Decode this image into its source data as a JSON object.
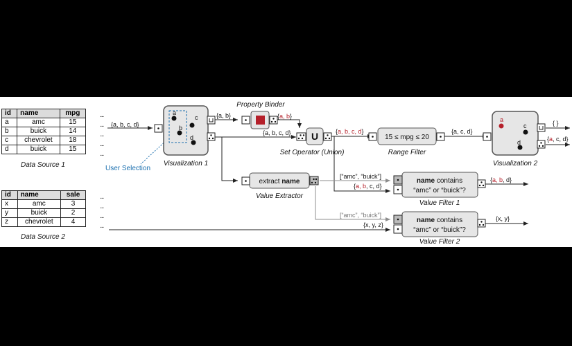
{
  "colors": {
    "background": "#000000",
    "panel": "#ffffff",
    "node_fill": "#e6e6e6",
    "port_fill": "#ffffff",
    "highlight_red": "#b5202a",
    "selection_blue": "#1a6faf",
    "line": "#222222",
    "muted_line": "#8c8c8c"
  },
  "data_source_1": {
    "caption": "Data Source 1",
    "columns": [
      "id",
      "name",
      "mpg"
    ],
    "rows": [
      [
        "a",
        "amc",
        "15"
      ],
      [
        "b",
        "buick",
        "14"
      ],
      [
        "c",
        "chevrolet",
        "18"
      ],
      [
        "d",
        "buick",
        "15"
      ]
    ],
    "ellipsis": "..."
  },
  "data_source_2": {
    "caption": "Data Source 2",
    "columns": [
      "id",
      "name",
      "sale"
    ],
    "rows": [
      [
        "x",
        "amc",
        "3"
      ],
      [
        "y",
        "buick",
        "2"
      ],
      [
        "z",
        "chevrolet",
        "4"
      ]
    ],
    "ellipsis": "..."
  },
  "nodes": {
    "vis1": {
      "caption": "Visualization 1",
      "points": [
        "a",
        "b",
        "c",
        "d"
      ],
      "selection_label": "User Selection"
    },
    "property_binder": {
      "caption": "Property Binder"
    },
    "set_operator": {
      "symbol": "U",
      "caption": "Set Operator (Union)"
    },
    "range_filter": {
      "text": "15 ≤ mpg ≤ 20",
      "caption": "Range Filter"
    },
    "vis2": {
      "caption": "Visualization 2",
      "points": [
        "a",
        "c",
        "d"
      ]
    },
    "value_extractor": {
      "text_plain": "extract ",
      "text_bold": "name",
      "caption": "Value Extractor"
    },
    "value_filter_1": {
      "line1_bold": "name",
      "line1_plain": " contains",
      "line2": "“amc” or “buick”?",
      "caption": "Value Filter 1"
    },
    "value_filter_2": {
      "line1_bold": "name",
      "line1_plain": " contains",
      "line2": "“amc” or “buick”?",
      "caption": "Value Filter 2"
    }
  },
  "edge_labels": {
    "ds1_to_vis1": "{a, b, c, d}",
    "vis1_selection": "{a, b}",
    "binder_out_open": "{",
    "binder_out_ids": "a, b",
    "binder_out_close": "}",
    "vis1_all_to_union": "{a, b, c, d}",
    "union_out": [
      {
        "t": "{",
        "red": false
      },
      {
        "t": "a, b, c, d",
        "red": true
      },
      {
        "t": "}",
        "red": false
      }
    ],
    "range_out": "{a, c, d}",
    "vis2_selection": "{ }",
    "vis2_all": [
      {
        "t": "{",
        "red": false
      },
      {
        "t": "a",
        "red": true
      },
      {
        "t": ", c, d}",
        "red": false
      }
    ],
    "extracted_values": "[“amc”, “buick”]",
    "filter1_input": [
      {
        "t": "{",
        "red": false
      },
      {
        "t": "a, b",
        "red": true
      },
      {
        "t": ", c, d}",
        "red": false
      }
    ],
    "filter1_out": [
      {
        "t": "{",
        "red": false
      },
      {
        "t": "a, b",
        "red": true
      },
      {
        "t": ", d}",
        "red": false
      }
    ],
    "extracted_values_2": "[“amc”, “buick”]",
    "filter2_input": "{x, y, z}",
    "filter2_out": "{x, y}"
  }
}
